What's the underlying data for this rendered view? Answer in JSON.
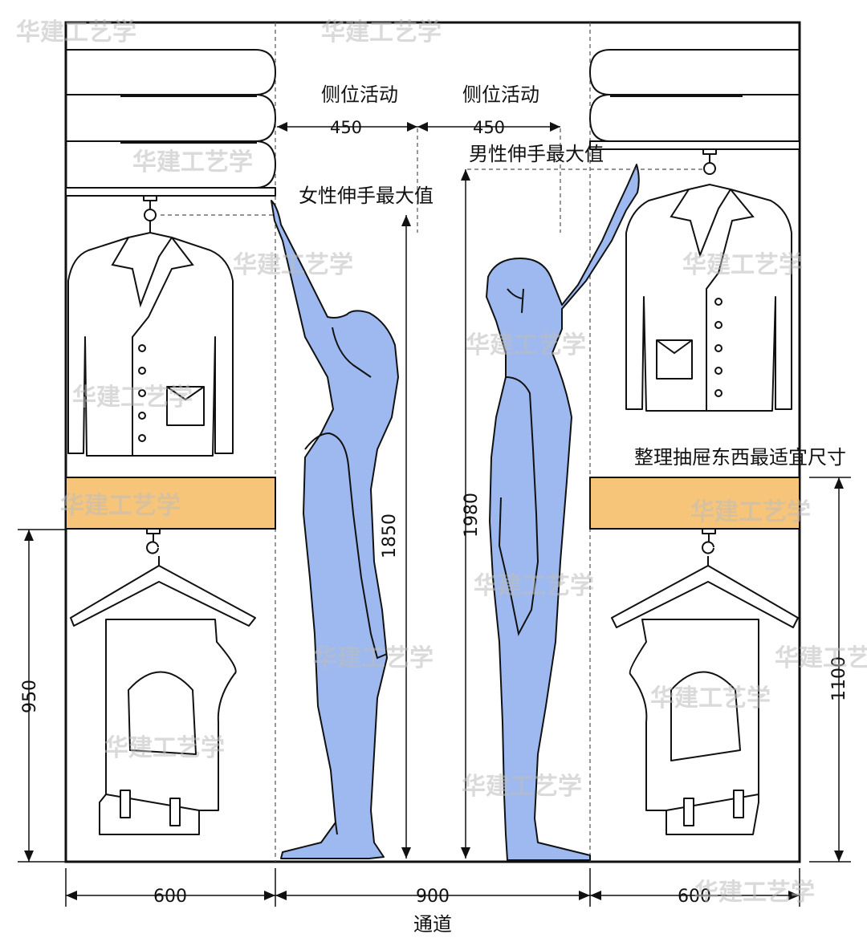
{
  "labels": {
    "side_activity_left": "侧位活动",
    "side_activity_right": "侧位活动",
    "female_reach": "女性伸手最大值",
    "male_reach": "男性伸手最大值",
    "drawer_note": "整理抽屉东西最适宜尺寸",
    "aisle": "通道"
  },
  "dimensions": {
    "side_left": "450",
    "side_right": "450",
    "female_height": "1850",
    "male_height": "1980",
    "left_rod": "950",
    "right_drawer": "1100",
    "left_width": "600",
    "aisle_width": "900",
    "right_width": "600"
  },
  "watermark": "华建工艺学",
  "colors": {
    "figure": "#9db9f0",
    "drawer": "#f7c57a"
  }
}
